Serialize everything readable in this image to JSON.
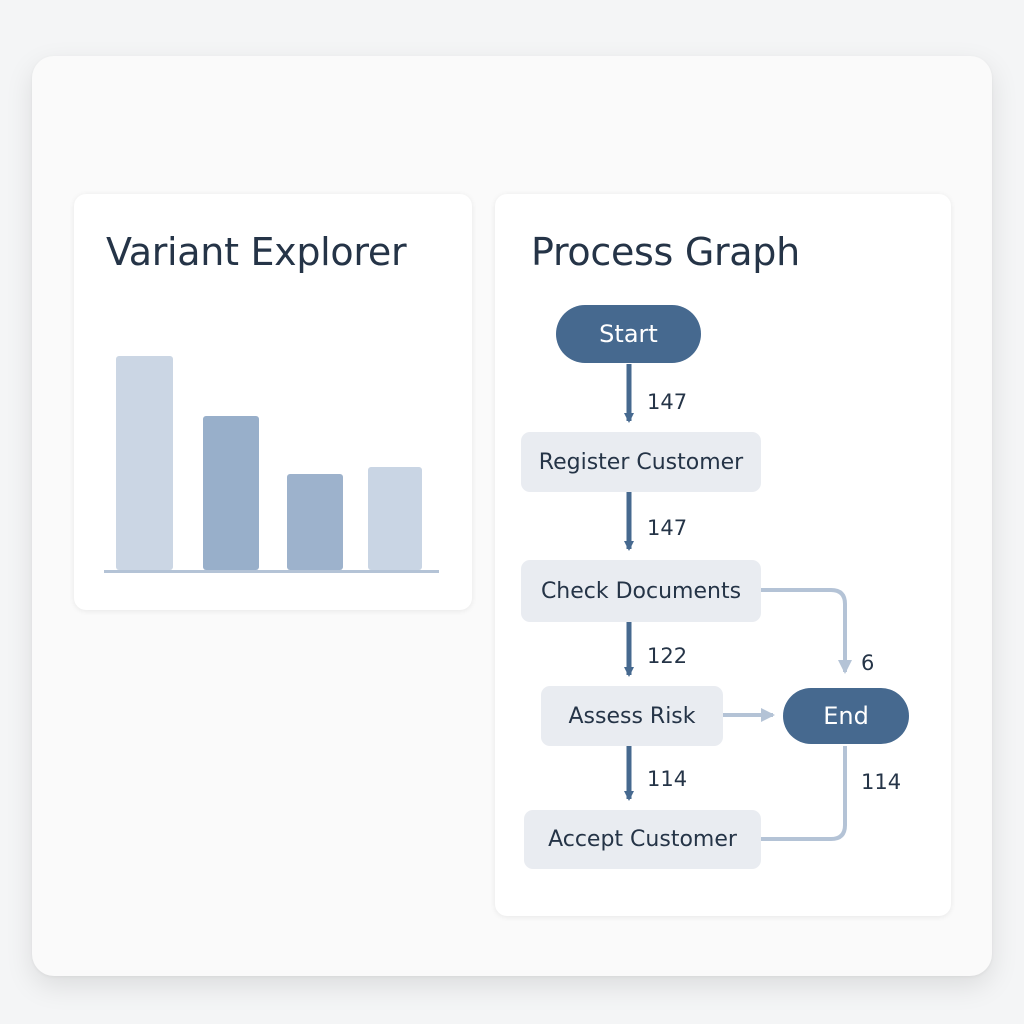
{
  "variant_explorer": {
    "title": "Variant Explorer",
    "chart_data": {
      "type": "bar",
      "categories": [],
      "values": [
        100,
        72,
        45,
        48
      ],
      "ylim": [
        0,
        100
      ],
      "grid": false,
      "colors": [
        "#cbd6e4",
        "#98afca",
        "#9db2cc",
        "#c9d5e4"
      ]
    }
  },
  "process_graph": {
    "title": "Process Graph",
    "nodes": {
      "start": "Start",
      "register": "Register Customer",
      "check": "Check Documents",
      "assess": "Assess Risk",
      "accept": "Accept Customer",
      "end": "End"
    },
    "edges": {
      "start_register": "147",
      "register_check": "147",
      "check_assess": "122",
      "check_end": "6",
      "assess_accept": "114",
      "accept_end": "114"
    }
  },
  "colors": {
    "primary_edge": "#46698f",
    "secondary_edge": "#b4c3d6",
    "terminal_node": "#46698f",
    "activity_node": "#e9ecf1",
    "text": "#253447"
  }
}
